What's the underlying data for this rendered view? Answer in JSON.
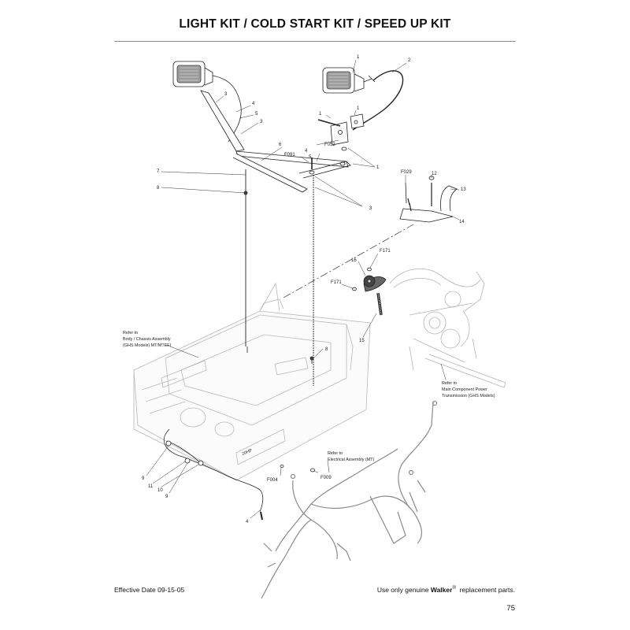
{
  "page": {
    "title": "LIGHT KIT / COLD START KIT / SPEED UP KIT",
    "effective_date": "Effective Date 09-15-05",
    "notice_pre": "Use only genuine",
    "notice_brand": "Walker",
    "notice_reg": "®",
    "notice_post": "replacement parts.",
    "page_number": "75"
  },
  "callouts": {
    "c1a": "1",
    "c2": "2",
    "c3a": "3",
    "c4a": "4",
    "c5a": "5",
    "c3b": "3",
    "c1b": "1",
    "c1c": "1",
    "c6": "6",
    "cF052": "F052",
    "c4b": "4",
    "c5b": "5",
    "cF091": "F091",
    "c1d": "1",
    "c7": "7",
    "c8a": "8",
    "c3c": "3",
    "cF029": "F029",
    "c12": "12",
    "c13": "13",
    "c14": "14",
    "cF171a": "F171",
    "c16": "16",
    "cF171b": "F171",
    "c15": "15",
    "c8b": "8",
    "c9a": "9",
    "c11": "11",
    "c10": "10",
    "c9b": "9",
    "cF004": "F004",
    "cF009": "F009",
    "c4c": "4"
  },
  "references": {
    "body_chassis": [
      "Refer to",
      "Body / Chassis Assembly",
      "(GHS Models) MT/MTEFI"
    ],
    "main_power": [
      "Refer to",
      "Main Component Power",
      "Transmission (GHS Models)"
    ],
    "electrical": [
      "Refer to",
      "Electrical Assembly (MT)"
    ]
  },
  "body_marking": "20HP"
}
